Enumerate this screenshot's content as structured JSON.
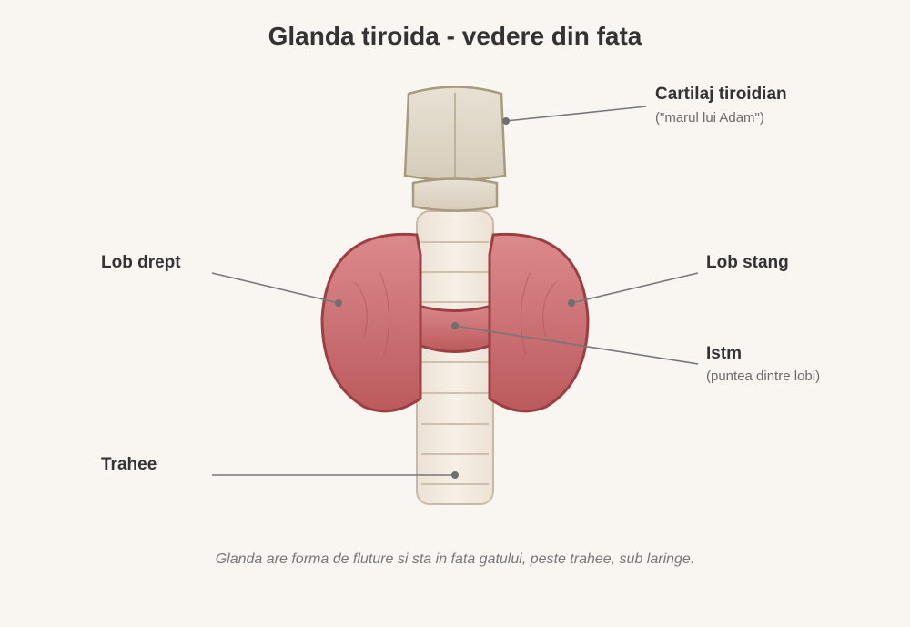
{
  "title": "Glanda tiroida - vedere din fata",
  "labels": {
    "cartilaj": {
      "name": "Cartilaj tiroidian",
      "note": "(\"marul lui Adam\")"
    },
    "lob_drept": {
      "name": "Lob drept"
    },
    "lob_stang": {
      "name": "Lob stang"
    },
    "istm": {
      "name": "Istm",
      "note": "(puntea dintre lobi)"
    },
    "trahee": {
      "name": "Trahee"
    }
  },
  "caption": "Glanda are forma de fluture si sta in fata gatului, peste trahee, sub laringe.",
  "colors": {
    "background": "#f9f6f1",
    "gland_fill": "#c8686b",
    "gland_stroke": "#9c3f42",
    "cartilage_fill": "#ddd4c4",
    "cartilage_stroke": "#a89a7c",
    "trachea_fill": "#f1e9de",
    "trachea_stroke": "#c9baa8",
    "leader_line": "#777777"
  }
}
